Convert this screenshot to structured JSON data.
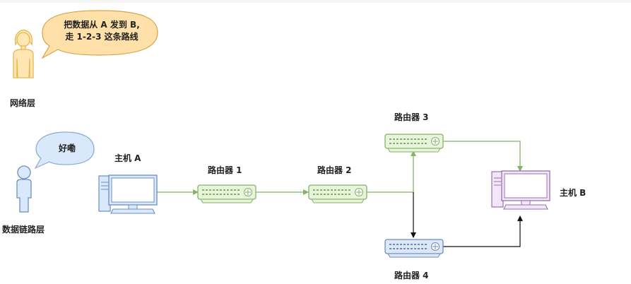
{
  "colors": {
    "network_person_fill": "#ffe6b3",
    "network_person_stroke": "#e6b84d",
    "link_person_fill": "#dae8fc",
    "link_person_stroke": "#6c8ebf",
    "bubble_orange_fill": "#ffe0a8",
    "bubble_orange_stroke": "#d6a34a",
    "bubble_blue_fill": "#dae8fc",
    "bubble_blue_stroke": "#8aa9d6",
    "router_green_fill": "#e8f5dc",
    "router_green_stroke": "#82b366",
    "router_blue_fill": "#dde7f6",
    "router_blue_stroke": "#6c8ebf",
    "host_a_fill": "#dae8fc",
    "host_a_stroke": "#6c8ebf",
    "host_b_fill": "#f3e5fa",
    "host_b_stroke": "#9673a6",
    "green_link": "#82b366",
    "black_link": "#111111"
  },
  "icons": {
    "network_person": "person-icon",
    "link_person": "person-icon",
    "host": "desktop-computer-icon",
    "router": "router-icon"
  },
  "labels": {
    "network_layer": "网络层",
    "datalink_layer": "数据链路层",
    "host_a": "主机 A",
    "host_b": "主机 B",
    "router_1": "路由器 1",
    "router_2": "路由器 2",
    "router_3": "路由器 3",
    "router_4": "路由器 4"
  },
  "bubbles": {
    "network_line1": "把数据从 A 发到 B,",
    "network_line2": "走 1-2-3 这条路线",
    "datalink": "好嘞"
  }
}
